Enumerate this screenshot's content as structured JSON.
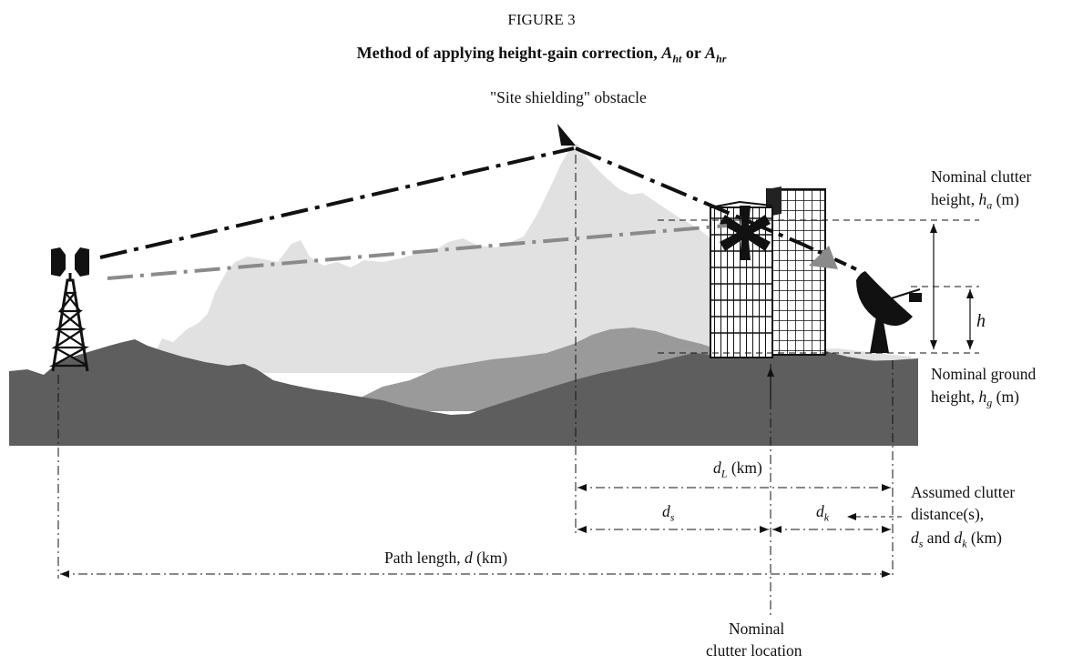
{
  "figure_label": "FIGURE 3",
  "title": {
    "prefix": "Method of applying height-gain correction, ",
    "var1": "A",
    "var1_sub": "ht",
    "connector": " or ",
    "var2": "A",
    "var2_sub": "hr"
  },
  "labels": {
    "obstacle": "\"Site shielding\" obstacle",
    "clutter_height_line1": "Nominal clutter",
    "clutter_height_line2_prefix": "height, ",
    "clutter_height_var": "h",
    "clutter_height_sub": "a",
    "clutter_height_unit": " (m)",
    "h_symbol": "h",
    "ground_height_line1": "Nominal ground",
    "ground_height_line2_prefix": "height, ",
    "ground_height_var": "h",
    "ground_height_sub": "g",
    "ground_height_unit": " (m)",
    "dL_var": "d",
    "dL_sub": "L",
    "dL_unit": " (km)",
    "ds_var": "d",
    "ds_sub": "s",
    "dk_var": "d",
    "dk_sub": "k",
    "assumed_line1": "Assumed clutter",
    "assumed_line2": "distance(s),",
    "assumed_line3_var1": "d",
    "assumed_line3_sub1": "s",
    "assumed_line3_mid": " and ",
    "assumed_line3_var2": "d",
    "assumed_line3_sub2": "k",
    "assumed_line3_unit": " (km)",
    "path_prefix": "Path length, ",
    "path_var": "d",
    "path_unit": " (km)",
    "nominal_loc_line1": "Nominal",
    "nominal_loc_line2": "clutter location"
  },
  "colors": {
    "ground_dark": "#5e5e5e",
    "mid_terrain": "#9a9a9a",
    "far_mountains": "#e1e1e1",
    "path_line_gray": "#8a8a8a"
  }
}
